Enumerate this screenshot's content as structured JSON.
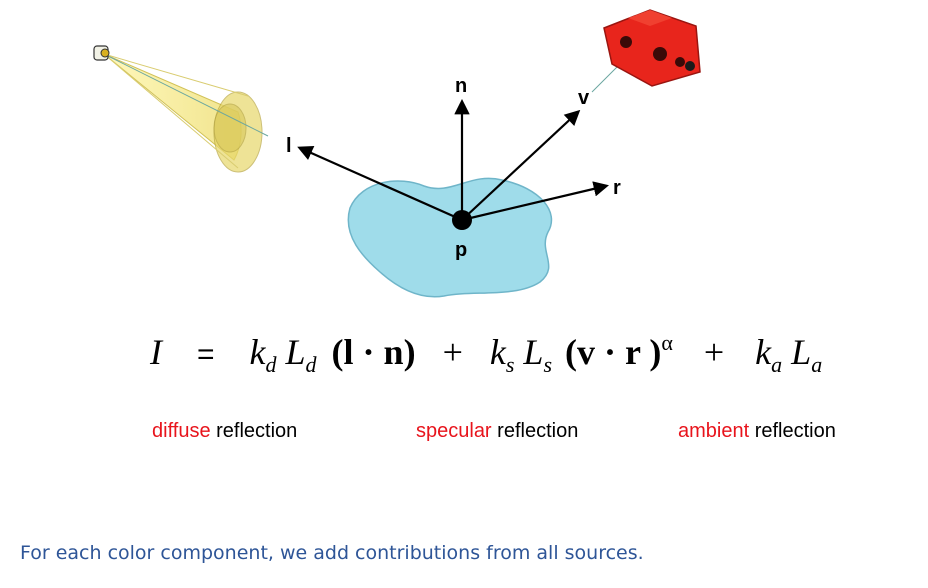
{
  "vectors": {
    "n": "n",
    "v": "v",
    "l": "l",
    "r": "r",
    "p": "p"
  },
  "equation": {
    "I": "I",
    "eq": "=",
    "kd": "k",
    "kd_sub": "d",
    "Ld": "L",
    "Ld_sub": "d",
    "diffuse_term": "(l · n)",
    "plus1": "+",
    "ks": "k",
    "ks_sub": "s",
    "Ls": "L",
    "Ls_sub": "s",
    "specular_term": "(v · r )",
    "alpha": "α",
    "plus2": "+",
    "ka": "k",
    "ka_sub": "a",
    "La": "L",
    "La_sub": "a"
  },
  "labels": {
    "diffuse_word": "diffuse",
    "specular_word": "specular",
    "ambient_word": "ambient",
    "reflection": "reflection"
  },
  "footer": "For each color component,  we add contributions from all sources.",
  "colors": {
    "surface": "#9fdcea",
    "light_cone": "#f6ec9a",
    "camera": "#e8251c",
    "accent_red": "#e8141c",
    "footer_blue": "#2e5597"
  }
}
